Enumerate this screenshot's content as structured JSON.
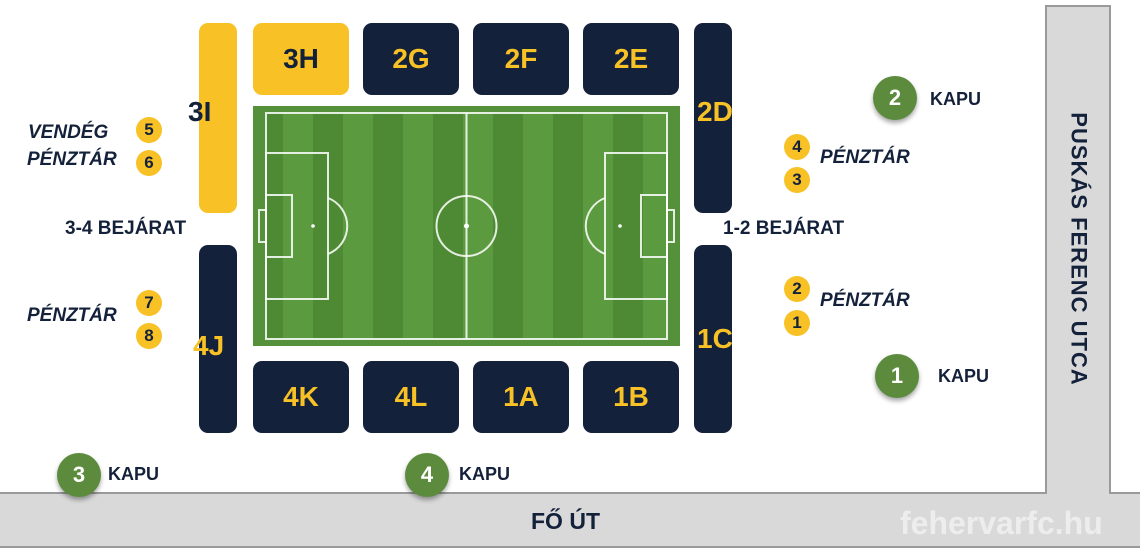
{
  "sectors": {
    "s3H": "3H",
    "s2G": "2G",
    "s2F": "2F",
    "s2E": "2E",
    "s3I": "3I",
    "s2D": "2D",
    "s4J": "4J",
    "s1C": "1C",
    "s4K": "4K",
    "s4L": "4L",
    "s1A": "1A",
    "s1B": "1B"
  },
  "entrances": {
    "left": "3-4 BEJÁRAT",
    "right": "1-2 BEJÁRAT"
  },
  "ticket_offices": {
    "guest_line1": "VENDÉG",
    "guest_line2": "PÉNZTÁR",
    "guest_numbers": [
      "5",
      "6"
    ],
    "left_lower_label": "PÉNZTÁR",
    "left_lower_numbers": [
      "7",
      "8"
    ],
    "right_upper_label": "PÉNZTÁR",
    "right_upper_numbers": [
      "4",
      "3"
    ],
    "right_lower_label": "PÉNZTÁR",
    "right_lower_numbers": [
      "2",
      "1"
    ]
  },
  "gates": [
    {
      "number": "2",
      "label": "KAPU"
    },
    {
      "number": "1",
      "label": "KAPU"
    },
    {
      "number": "3",
      "label": "KAPU"
    },
    {
      "number": "4",
      "label": "KAPU"
    }
  ],
  "streets": {
    "main_road": "FŐ ÚT",
    "side_street": "PUSKÁS FERENC UTCA"
  },
  "watermark": "fehervarfc.hu",
  "colors": {
    "navy": "#14213a",
    "gold": "#f8c125",
    "pitch_dark": "#4e8a34",
    "pitch_light": "#5b9a3e",
    "gate_green": "#5c8b3d",
    "road": "#d9d9d9",
    "road_border": "#9a9a9a"
  }
}
